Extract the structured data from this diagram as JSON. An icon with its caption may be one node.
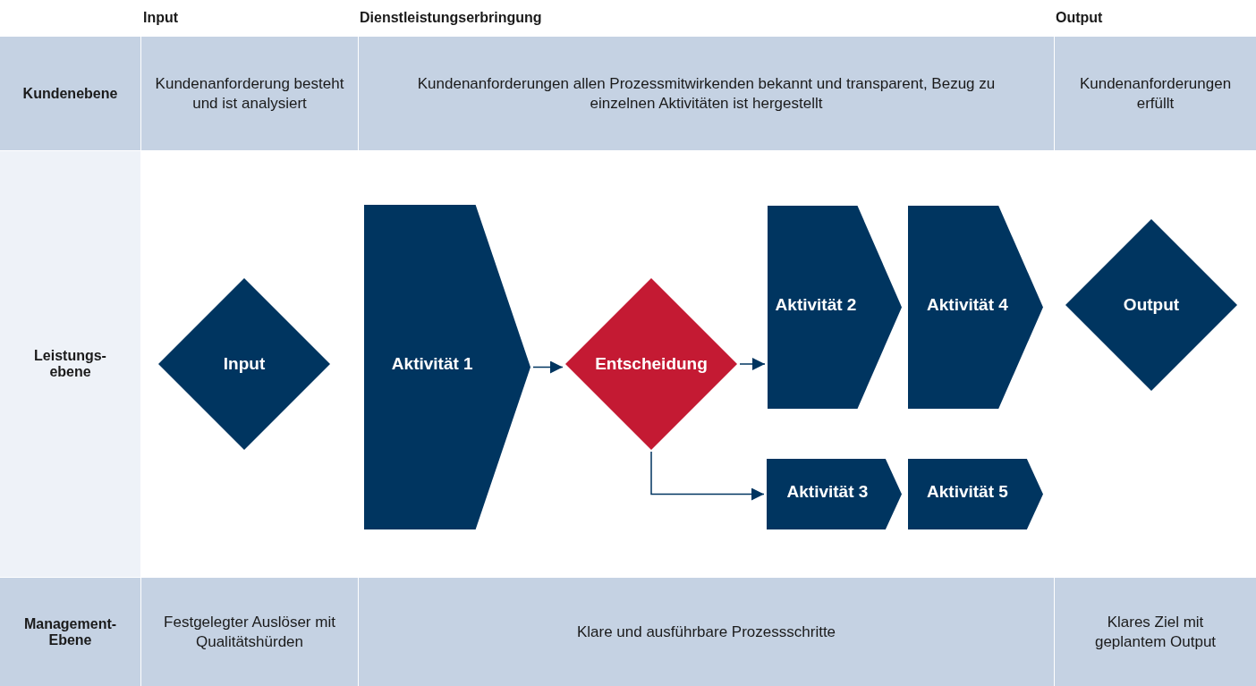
{
  "diagram": {
    "nodes": [
      {
        "text": [
          "Input"
        ]
      },
      {
        "text": [
          "Aktivität 1"
        ]
      },
      {
        "text": [
          "Entscheidung"
        ]
      },
      {
        "text": [
          "Aktivität 2"
        ]
      },
      {
        "text": [
          "Aktivität 4"
        ]
      },
      {
        "text": [
          "Output"
        ]
      },
      {
        "text": [
          "Aktivität 3"
        ]
      },
      {
        "text": [
          "Aktivität 5"
        ]
      }
    ],
    "edges": [
      {
        "from": 1,
        "to": 2,
        "arrow": "to"
      },
      {
        "from": 2,
        "to": 3,
        "arrow": "to"
      },
      {
        "from": 2,
        "to": 6,
        "arrow": "to"
      }
    ],
    "labels": [
      "Input",
      "Dienstleistungserbringung",
      "Output",
      "Kundenebene",
      "Kundenanforderung besteht und ist analysiert",
      "Kundenanforderungen allen Prozessmitwirkenden bekannt und transparent, Bezug zu einzelnen Aktivitäten ist hergestellt",
      "Kundenanforderungen erfüllt",
      "Leistungs- ebene",
      "Management- Ebene",
      "Festgelegter Auslöser mit Qualitätshürden",
      "Klare und ausführbare Prozessschritte",
      "Klares Ziel mit geplantem Output"
    ]
  }
}
